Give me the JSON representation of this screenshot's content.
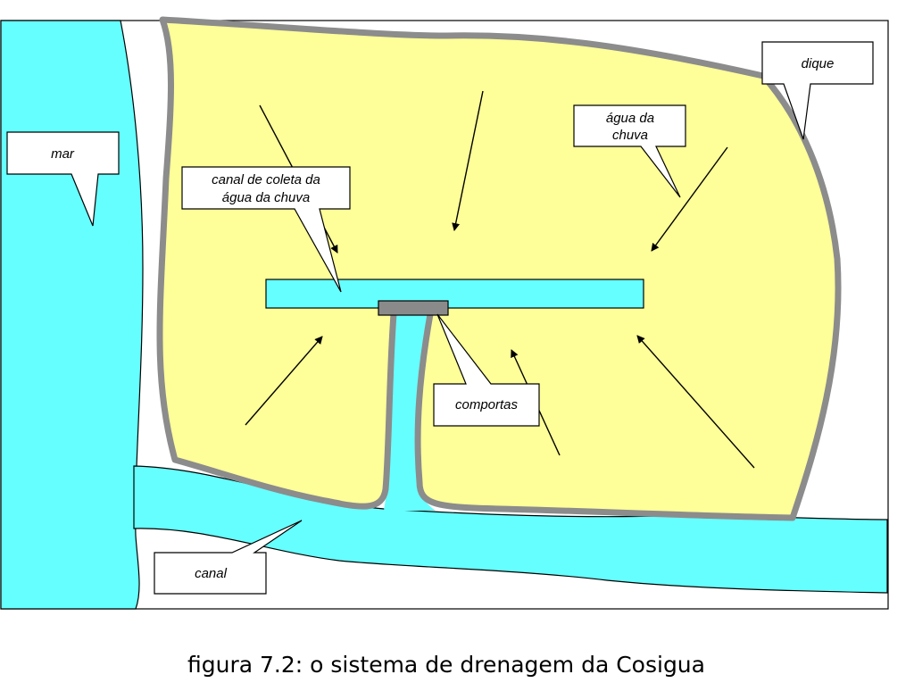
{
  "diagram": {
    "labels": {
      "mar": "mar",
      "dique": "dique",
      "agua_chuva_line1": "água da",
      "agua_chuva_line2": "chuva",
      "canal_coleta_line1": "canal de coleta da",
      "canal_coleta_line2": "água da chuva",
      "comportas": "comportas",
      "canal": "canal"
    },
    "caption": "figura 7.2: o sistema de drenagem da Cosigua",
    "colors": {
      "water": "#66ffff",
      "land": "#ffff99",
      "dike": "#8c8c8c",
      "gate": "#8a8a8a",
      "line": "#000000",
      "callout_fill": "#ffffff"
    }
  }
}
